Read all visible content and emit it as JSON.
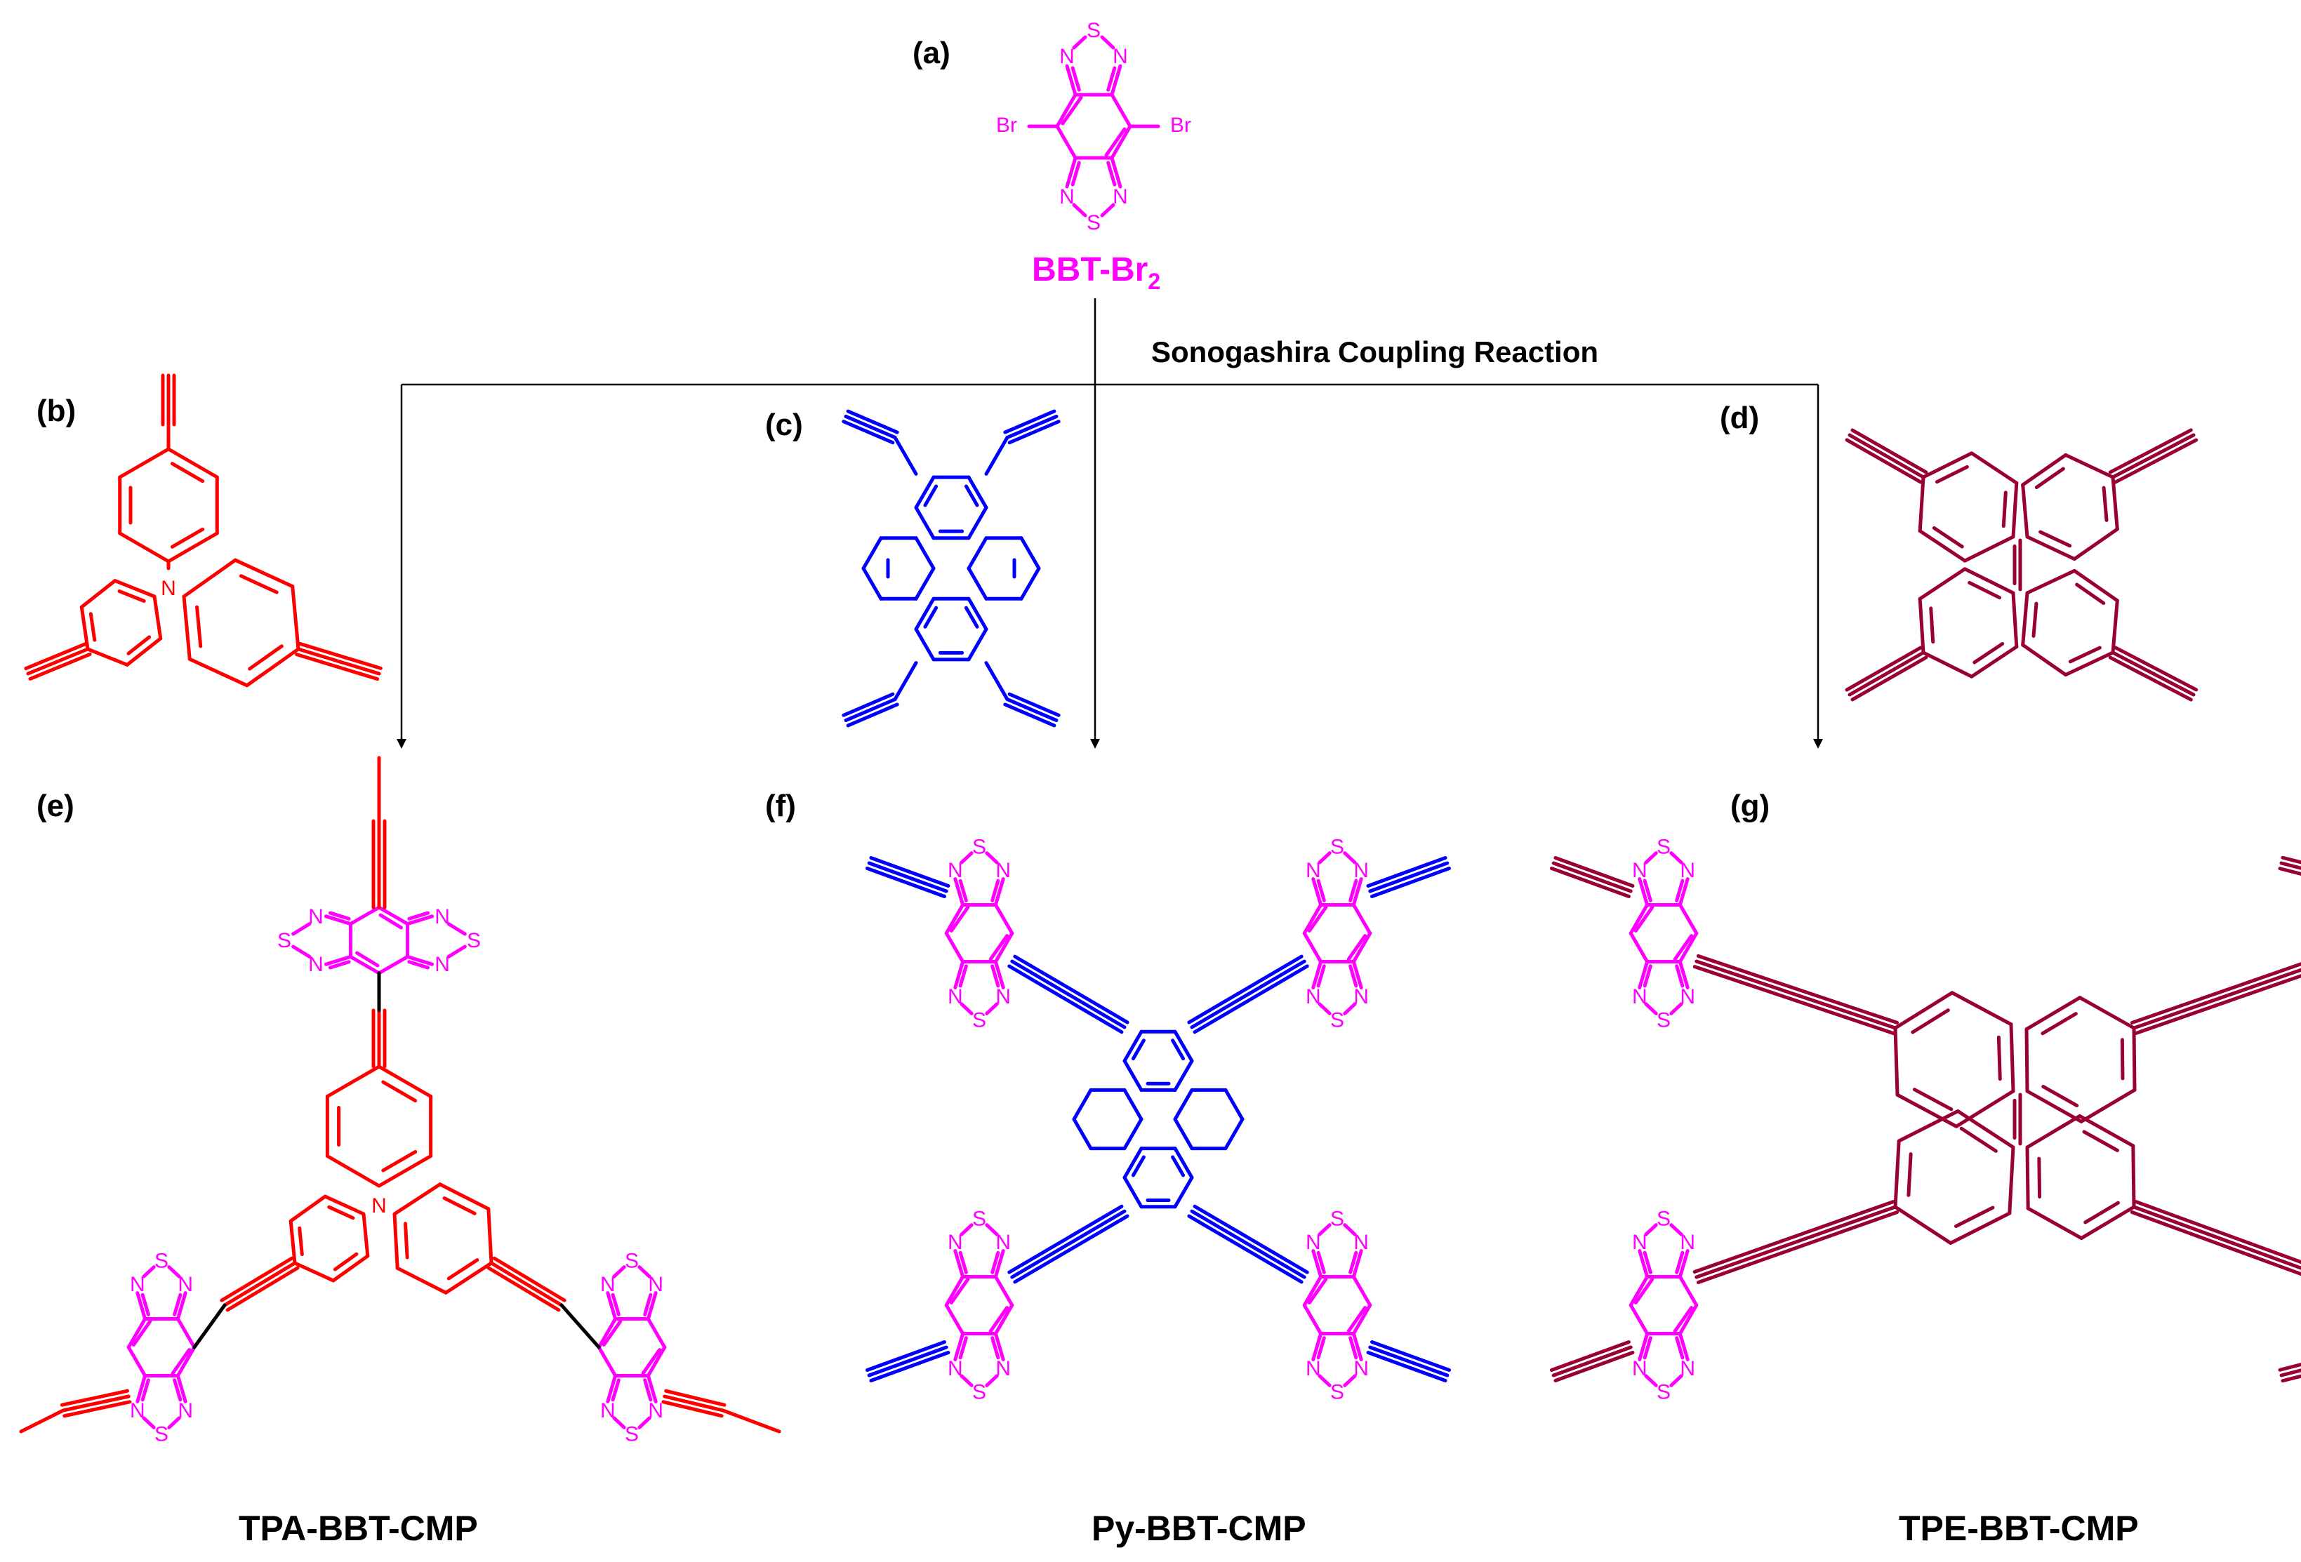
{
  "panels": {
    "a": "(a)",
    "b": "(b)",
    "c": "(c)",
    "d": "(d)",
    "e": "(e)",
    "f": "(f)",
    "g": "(g)"
  },
  "reaction": "Sonogashira Coupling Reaction",
  "names": {
    "bbt_base": "BBT-Br",
    "bbt_sub": "2",
    "tpa": "TPA-BBT-CMP",
    "py": "Py-BBT-CMP",
    "tpe": "TPE-BBT-CMP"
  },
  "atoms": {
    "S": "S",
    "N": "N",
    "Br": "Br"
  },
  "colors": {
    "bbt": "#ff00ff",
    "tpa": "#ff0000",
    "pyrene": "#0000ff",
    "tpe": "#990033",
    "linker": "#000000"
  }
}
